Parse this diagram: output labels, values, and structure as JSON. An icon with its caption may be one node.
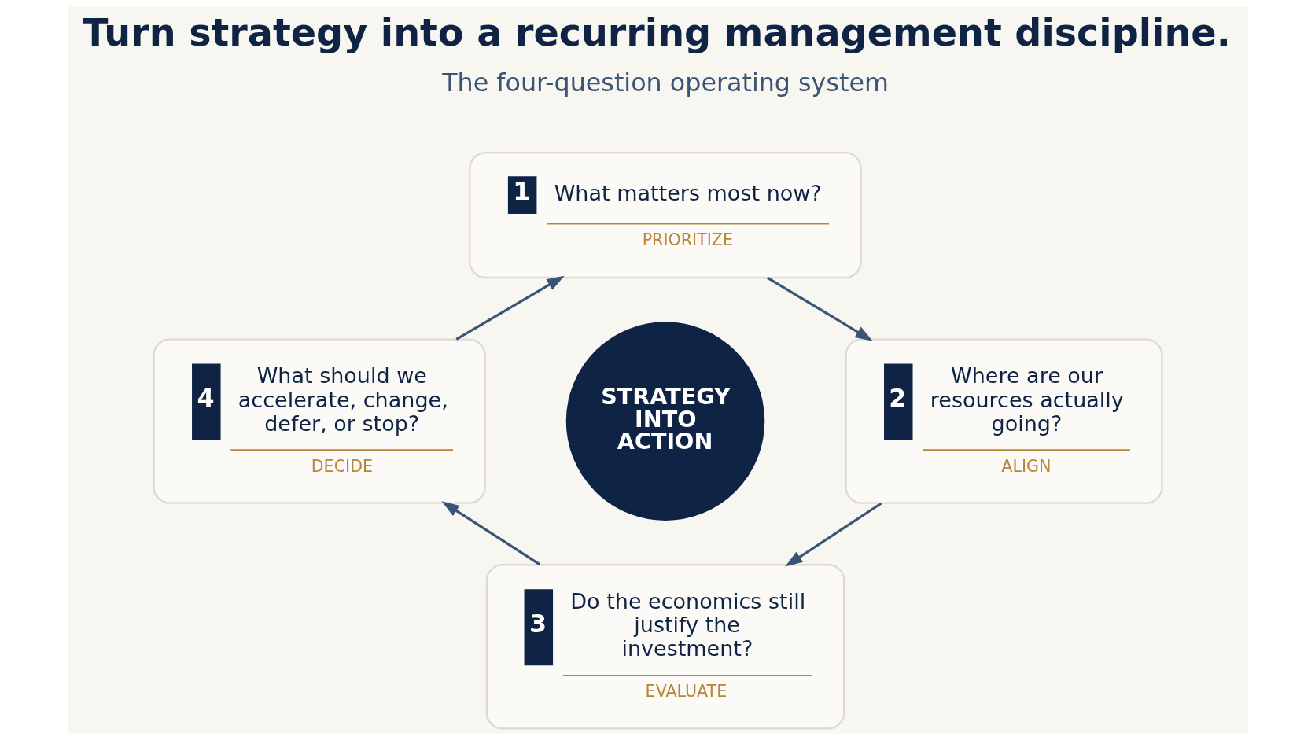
{
  "diagram": {
    "title": "Turn strategy into a recurring management discipline.",
    "nodes": [
      {
        "text": [
          "1",
          "What matters most now?",
          "PRIORITIZE"
        ]
      },
      {
        "text": [
          "2",
          "Where are our resources actually going?",
          "ALIGN"
        ]
      },
      {
        "text": [
          "3",
          "Do the economics still justify the investment?",
          "EVALUATE"
        ]
      },
      {
        "text": [
          "4",
          "What should we accelerate, change, defer, or stop?",
          "DECIDE"
        ]
      },
      {
        "text": [
          "STRATEGY INTO ACTION"
        ]
      }
    ],
    "edges": [
      {
        "from": 0,
        "to": 1,
        "arrow": "to"
      },
      {
        "from": 1,
        "to": 2,
        "arrow": "to"
      },
      {
        "from": 2,
        "to": 3,
        "arrow": "to"
      },
      {
        "from": 3,
        "to": 0,
        "arrow": "to"
      }
    ],
    "labels": [
      "The four-question operating system"
    ]
  }
}
